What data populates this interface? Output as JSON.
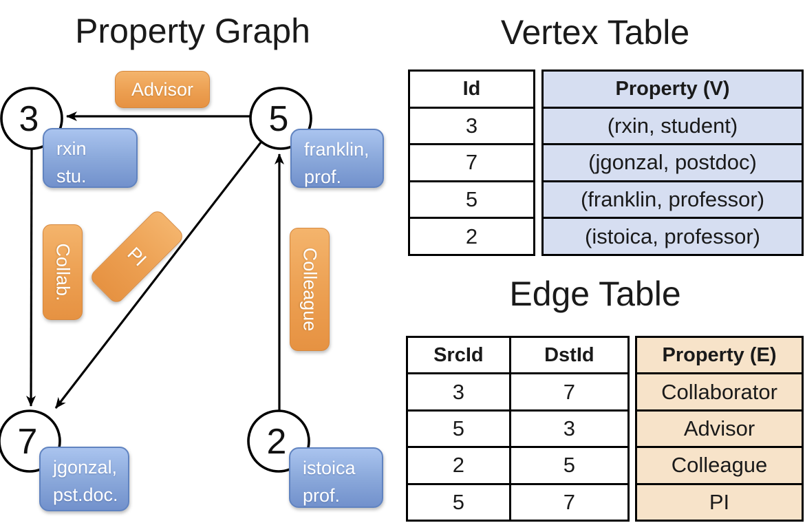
{
  "graph": {
    "title": "Property Graph",
    "nodes": [
      {
        "id": "3",
        "property_lines": [
          "rxin",
          "stu."
        ]
      },
      {
        "id": "5",
        "property_lines": [
          "franklin,",
          "prof."
        ]
      },
      {
        "id": "7",
        "property_lines": [
          "jgonzal,",
          "pst.doc."
        ]
      },
      {
        "id": "2",
        "property_lines": [
          "istoica",
          "prof."
        ]
      }
    ],
    "edge_labels": [
      {
        "label": "Advisor"
      },
      {
        "label": "Collab."
      },
      {
        "label": "PI"
      },
      {
        "label": "Colleague"
      }
    ]
  },
  "vertex_table": {
    "title": "Vertex Table",
    "columns": [
      "Id",
      "Property (V)"
    ],
    "rows": [
      [
        "3",
        "(rxin, student)"
      ],
      [
        "7",
        "(jgonzal, postdoc)"
      ],
      [
        "5",
        "(franklin, professor)"
      ],
      [
        "2",
        "(istoica, professor)"
      ]
    ]
  },
  "edge_table": {
    "title": "Edge Table",
    "columns": [
      "SrcId",
      "DstId",
      "Property (E)"
    ],
    "rows": [
      [
        "3",
        "7",
        "Collaborator"
      ],
      [
        "5",
        "3",
        "Advisor"
      ],
      [
        "2",
        "5",
        "Colleague"
      ],
      [
        "5",
        "7",
        "PI"
      ]
    ]
  },
  "colors": {
    "edge_label_orange": "#EC9F51",
    "node_property_blue": "#8BA9DB",
    "vertex_property_bg": "#D6DEF1",
    "edge_property_bg": "#F7E3C9",
    "line_black": "#000000"
  }
}
